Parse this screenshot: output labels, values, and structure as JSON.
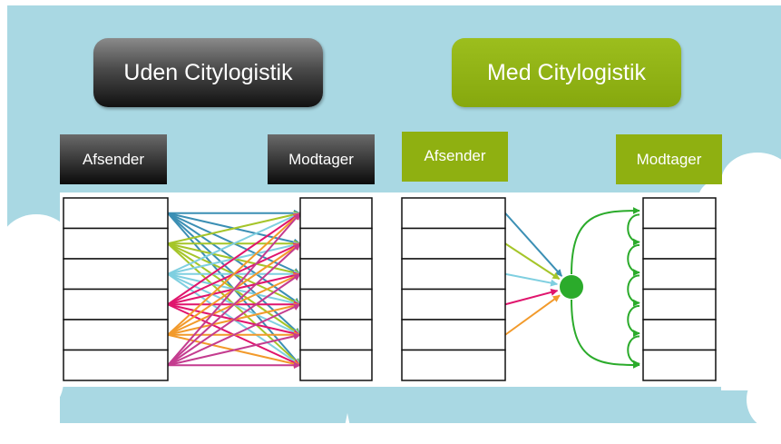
{
  "left_panel": {
    "title": "Uden Citylogistik",
    "sender_label": "Afsender",
    "receiver_label": "Modtager"
  },
  "right_panel": {
    "title": "Med Citylogistik",
    "sender_label": "Afsender",
    "receiver_label": "Modtager"
  },
  "colors": {
    "sky": "#a9d8e3",
    "cloud": "#ffffff",
    "hub": "#2bab2b",
    "green_button": "#8fb011",
    "arrows": [
      "#3b8fb4",
      "#a5c529",
      "#7fcfe0",
      "#e0156d",
      "#f29a2b",
      "#c43c8f"
    ]
  },
  "diagram": {
    "senders_per_side": 6,
    "receivers_per_side": 6
  }
}
